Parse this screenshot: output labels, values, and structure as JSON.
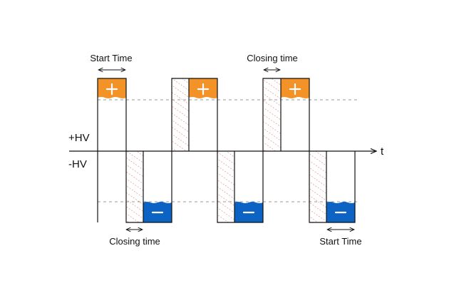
{
  "labels": {
    "start_time_top": "Start Time",
    "closing_time_top": "Closing time",
    "closing_time_bottom": "Closing time",
    "start_time_bottom": "Start Time",
    "positive_hv": "+HV",
    "negative_hv": "-HV",
    "time_axis": "t"
  },
  "symbols": {
    "plus": "+",
    "minus": "−"
  },
  "colors": {
    "positive_block": "#F39226",
    "negative_block": "#0C63C3",
    "hatch": "#E05555",
    "line": "#111111",
    "dashed": "#999999"
  }
}
